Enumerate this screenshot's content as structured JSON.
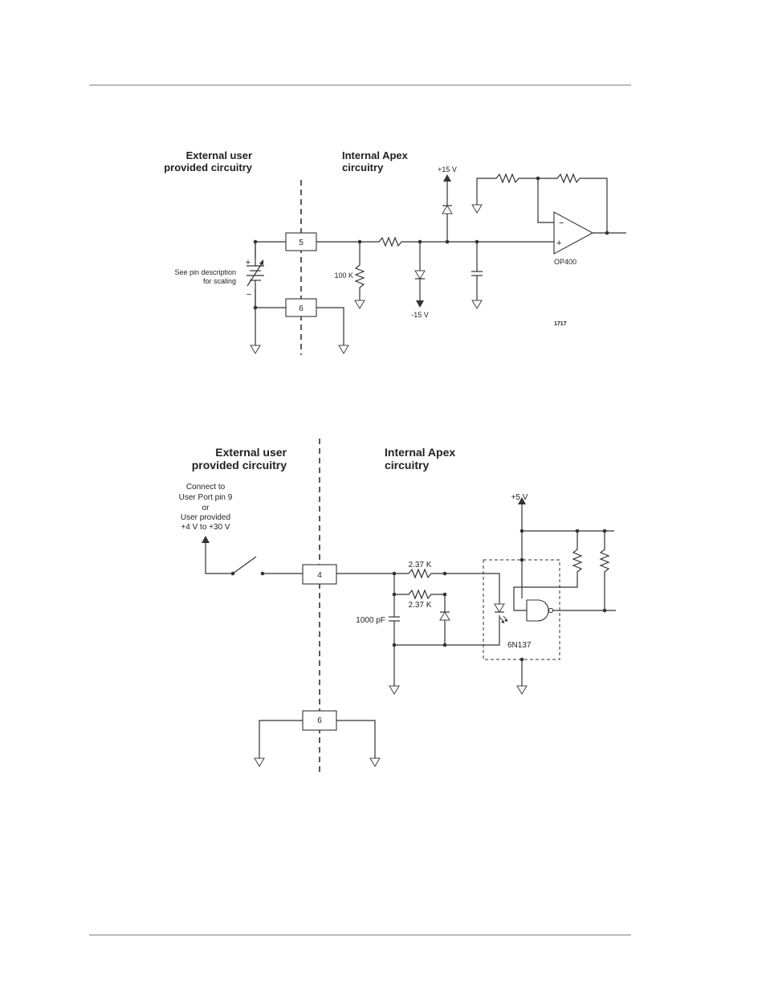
{
  "diagram_top": {
    "external_label": [
      "External user",
      "provided circuitry"
    ],
    "internal_label": [
      "Internal Apex",
      "circuitry"
    ],
    "pin_5": "5",
    "pin_6": "6",
    "plus_15v": "+15 V",
    "minus_15v": "-15 V",
    "resistor_100k": "100 K",
    "pin_description": [
      "See pin description",
      "for scaling"
    ],
    "plus_sign": "+",
    "minus_sign": "−",
    "opamp_label": "OP400",
    "opamp_minus": "−",
    "opamp_plus": "+",
    "figure_number": "1717"
  },
  "diagram_bottom": {
    "external_label": [
      "External user",
      "provided circuitry"
    ],
    "internal_label": [
      "Internal Apex",
      "circuitry"
    ],
    "connect_note": [
      "Connect to",
      "User Port pin 9",
      "or",
      "User provided",
      "+4 V to +30 V"
    ],
    "pin_4": "4",
    "pin_6": "6",
    "plus_5v": "+5 V",
    "resistor_top": "2.37 K",
    "resistor_bottom": "2.37 K",
    "capacitor": "1000 pF",
    "optocoupler": "6N137"
  }
}
